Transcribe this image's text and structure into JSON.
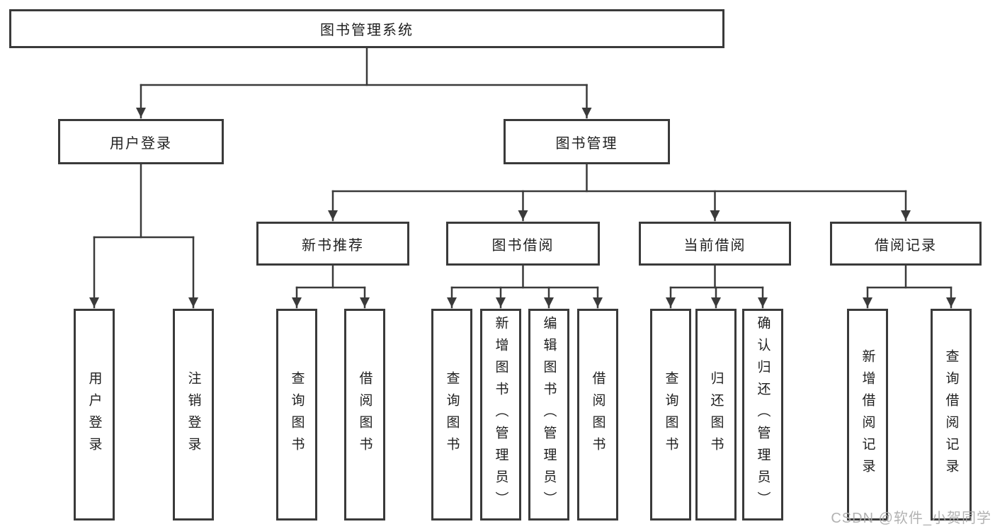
{
  "diagram": {
    "root": {
      "label": "图书管理系统"
    },
    "level2": [
      {
        "id": "user-login",
        "label": "用户登录"
      },
      {
        "id": "book-management",
        "label": "图书管理"
      }
    ],
    "level3": [
      {
        "id": "new-book-recommend",
        "label": "新书推荐"
      },
      {
        "id": "book-borrow",
        "label": "图书借阅"
      },
      {
        "id": "current-borrow",
        "label": "当前借阅"
      },
      {
        "id": "borrow-record",
        "label": "借阅记录"
      }
    ],
    "leaves": {
      "user_login": [
        {
          "label": "用户登录"
        },
        {
          "label": "注销登录"
        }
      ],
      "new_book_recommend": [
        {
          "label": "查询图书"
        },
        {
          "label": "借阅图书"
        }
      ],
      "book_borrow": [
        {
          "label": "查询图书"
        },
        {
          "label": "新增图书（管理员）"
        },
        {
          "label": "编辑图书（管理员）"
        },
        {
          "label": "借阅图书"
        }
      ],
      "current_borrow": [
        {
          "label": "查询图书"
        },
        {
          "label": "归还图书"
        },
        {
          "label": "确认归还（管理员）"
        }
      ],
      "borrow_record": [
        {
          "label": "新增借阅记录"
        },
        {
          "label": "查询借阅记录"
        }
      ]
    },
    "watermark": "CSDN @软件_小贺同学"
  },
  "colors": {
    "line": "#3a3a3a",
    "text": "#1f1f1f",
    "watermark": "#aaaaaa",
    "background": "#ffffff"
  }
}
